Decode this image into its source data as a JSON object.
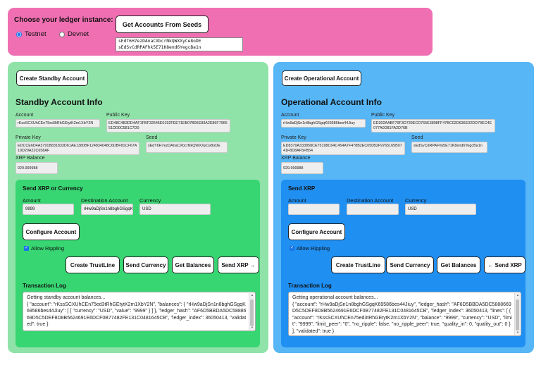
{
  "header": {
    "title": "Choose your ledger instance:",
    "networks": [
      {
        "label": "Testnet",
        "selected": true
      },
      {
        "label": "Devnet",
        "selected": false
      }
    ],
    "get_accounts_button": "Get Accounts From Seeds",
    "seeds_value": "sEdT6H7ezDAnaCXbcrNkQWXXyCe8oDE\nsEdSvCdRPAFhk5E71K8end6YegcBa1n"
  },
  "standby": {
    "create_button": "Create Standby Account",
    "title": "Standby Account Info",
    "account_label": "Account",
    "account": "rKssSCXUhCEn75ed3tRhGEtytK2m1XbY2N",
    "public_key_label": "Public Key",
    "public_key": "ED48C4B3DD4AF1FBF32545E0192FEE71EB07B06E83A2E86F796551DD0C581C7D0",
    "private_key_label": "Private Key",
    "private_key": "EDCCE6D4A3791B831833D61AE1380BF124834048C6DBF81CF67A19D29A22C658AF",
    "seed_label": "Seed",
    "seed": "sEdT6H7ezDAnaCXbcrNkQWXXyCe8oDE",
    "balance_label": "XRP Balance",
    "balance": "929.999988",
    "send": {
      "title": "Send XRP or Currency",
      "amount_label": "Amount",
      "amount": "9999",
      "destination_label": "Destination Account",
      "destination": "rHw9aDjSn1n8bghGSgqK69586bes44Jiuy",
      "currency_label": "Currency",
      "currency": "USD"
    },
    "configure_button": "Configure Account",
    "allow_rippling": "Allow Rippling",
    "buttons": {
      "trustline": "Create TrustLine",
      "send_currency": "Send Currency",
      "get_balances": "Get Balances",
      "send_xrp": "Send XRP →"
    },
    "log_title": "Transaction Log",
    "log_text": "Getting standby account balances...\n{ \"account\": \"rKssSCXUhCEn75ed3tRhGEtytK2m1XbY2N\", \"balances\": { \"rHw9aDjSn1n8bghGSgqK69586bes44Jiuy\": [ { \"currency\": \"USD\", \"value\": \"9999\" } ] }, \"ledger_hash\": \"AF6D5BBDA5DC5888669D5C5DEF8D8B5624691E6DCF0B77482FE131C0481645CB\", \"ledger_index\": 36050413, \"validated\": true }"
  },
  "operational": {
    "create_button": "Create Operational Account",
    "title": "Operational Account Info",
    "account_label": "Account",
    "account": "rHw9aDjSn1n8bghGSgqK69586bes44Jiuy",
    "public_key_label": "Public Key",
    "public_key": "ED302AABF79F3D739ECD765E3808FF47BC02D636E02DD79EC4E077A0D81FA2D76B",
    "private_key_label": "Private Key",
    "private_key": "ED8379A333858CE75198C64C454A7F478B2EC050B2F9765165B0741F8D8AF5FB54",
    "seed_label": "Seed",
    "seed": "sEdSvCdRPAFhk5E71K8end6YegcBa1n",
    "balance_label": "XRP Balance",
    "balance": "929.999988",
    "send": {
      "title": "Send XRP",
      "amount_label": "Amount",
      "amount": "",
      "destination_label": "Destination Account",
      "destination": "",
      "currency_label": "Currency",
      "currency": "USD"
    },
    "configure_button": "Configure Account",
    "allow_rippling": "Allow Rippling",
    "buttons": {
      "trustline": "Create TrustLine",
      "send_currency": "Send Currency",
      "get_balances": "Get Balances",
      "send_xrp": "← Send XRP"
    },
    "log_title": "Transaction Log",
    "log_text": "Getting operational account balances...\n{ \"account\": \"rHw9aDjSn1n8bghGSgqK69586bes44Jiuy\", \"ledger_hash\": \"AF6D5BBDA5DC5888669D5C5DEF8D8B5624691E6DCF0B77482FE131C0481645CB\", \"ledger_index\": 36050413, \"lines\": [ { \"account\": \"rKssSCXUhCEn75ed3tRhGEtytK2m1XbY2N\", \"balance\": \"9999\", \"currency\": \"USD\", \"limit\": \"9999\", \"limit_peer\": \"0\", \"no_ripple\": false, \"no_ripple_peer\": true, \"quality_in\": 0, \"quality_out\": 0 } ], \"validated\": true }"
  },
  "colors": {
    "header_bg": "#f06fb2",
    "standby_bg": "#8fe3a9",
    "standby_inner": "#38d672",
    "operational_bg": "#57b6f6",
    "operational_inner": "#1f8ff2"
  }
}
